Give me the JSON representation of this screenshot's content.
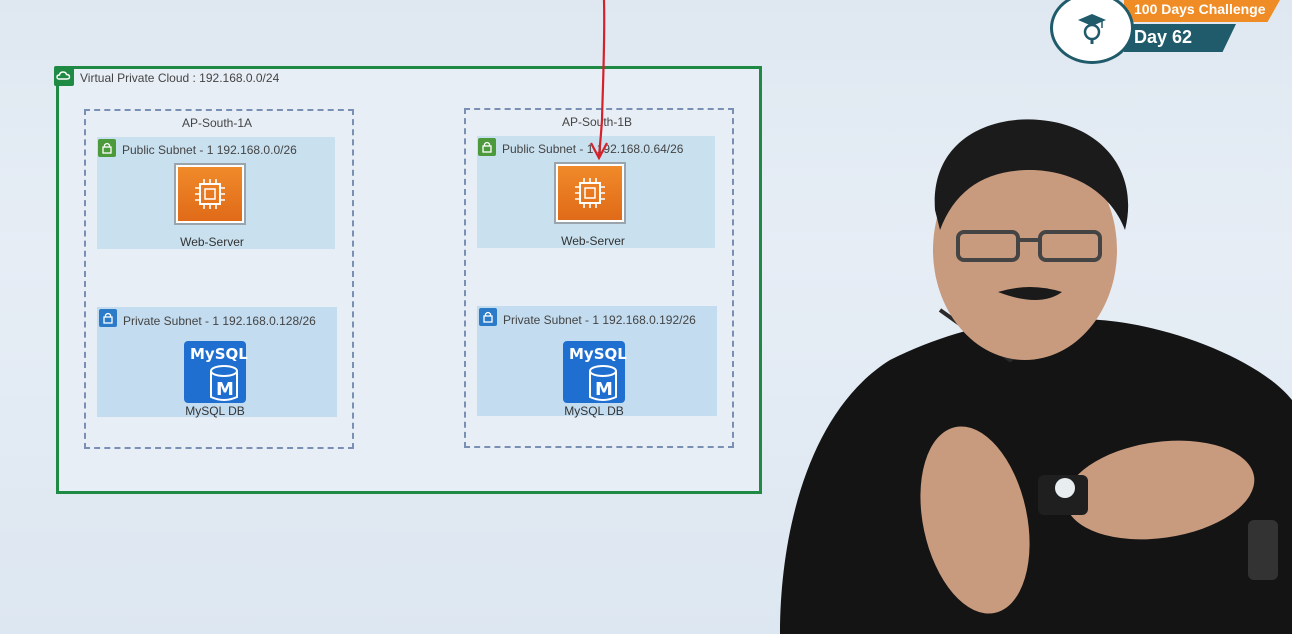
{
  "diagram": {
    "vpc_label": "Virtual Private Cloud : 192.168.0.0/24",
    "zones": [
      {
        "name": "AP-South-1A",
        "public_subnet": "Public Subnet - 1 192.168.0.0/26",
        "server_label": "Web-Server",
        "private_subnet": "Private Subnet - 1 192.168.0.128/26",
        "db_label": "MySQL DB"
      },
      {
        "name": "AP-South-1B",
        "public_subnet": "Public Subnet - 1 192.168.0.64/26",
        "server_label": "Web-Server",
        "private_subnet": "Private Subnet - 1 192.168.0.192/26",
        "db_label": "MySQL DB"
      }
    ],
    "mysql_logo_text": "MySQL",
    "mysql_badge_letter": "M"
  },
  "badge": {
    "line1": "100 Days Challenge",
    "line2": "Day 62"
  },
  "colors": {
    "vpc_border": "#1f8a44",
    "ec2_orange": "#e8761f",
    "mysql_blue": "#1f6fd1",
    "badge_orange": "#ef8c25",
    "badge_teal": "#1f5b6a"
  }
}
